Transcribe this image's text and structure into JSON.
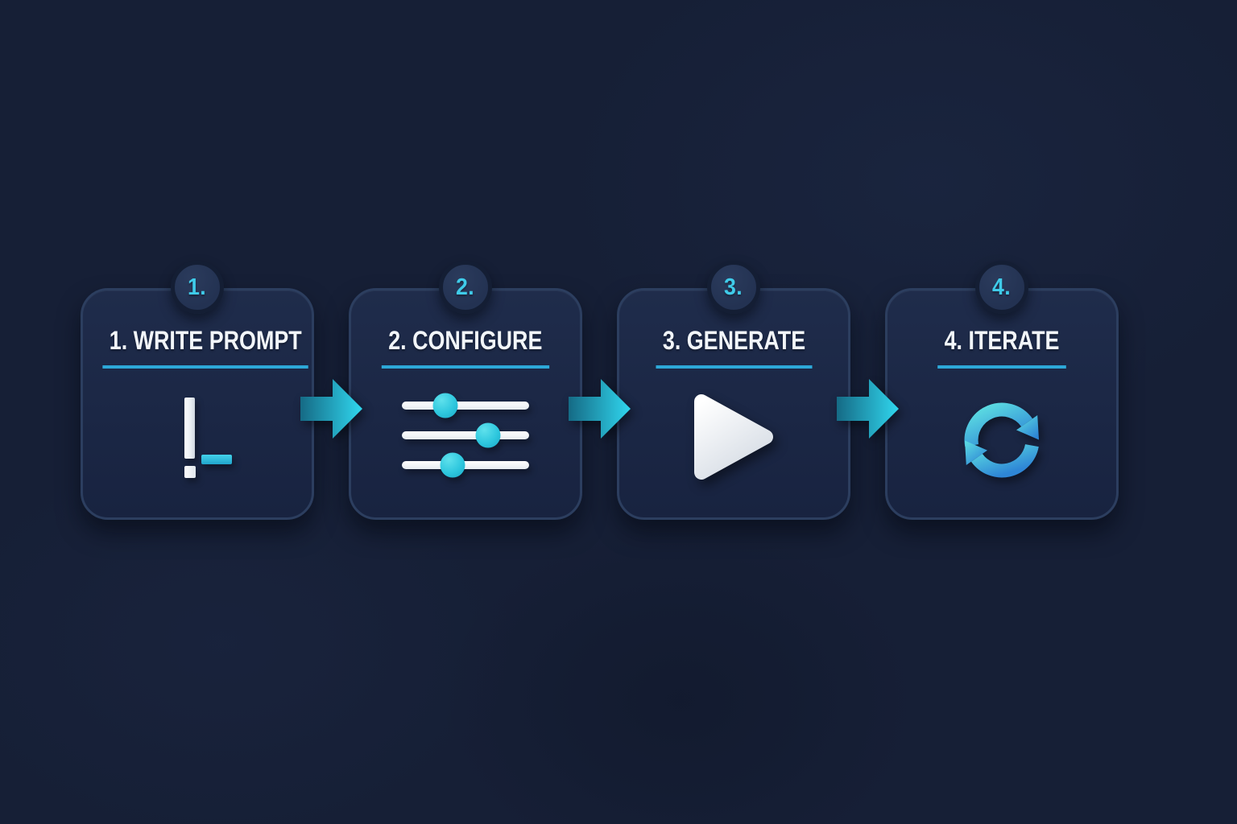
{
  "page": {
    "type": "process-flow-infographic",
    "step_count": 4
  },
  "palette": {
    "background": "#161f36",
    "card_fill": "#1d2a47",
    "card_border": "#2c3e5f",
    "title_color": "#f2f6fa",
    "underline_cyan": "#2da8d8",
    "badge_number_cyan": "#3fcbe9",
    "accent_cyan": "#2fc6e4",
    "arrow_gradient_start": "#156a85",
    "arrow_gradient_end": "#30d7ef",
    "refresh_gradient_start": "#5ee0e2",
    "refresh_gradient_end": "#2e86d6",
    "slider_knob_cyan": "#2ec7de",
    "icon_white": "#ffffff"
  },
  "steps": [
    {
      "badge": "1.",
      "title": "1. WRITE PROMPT",
      "icon": "text-cursor-icon"
    },
    {
      "badge": "2.",
      "title": "2. CONFIGURE",
      "icon": "sliders-icon",
      "slider_knob_positions_pct": [
        34,
        68,
        40
      ]
    },
    {
      "badge": "3.",
      "title": "3. GENERATE",
      "icon": "play-icon"
    },
    {
      "badge": "4.",
      "title": "4. ITERATE",
      "icon": "refresh-icon"
    }
  ],
  "connectors": {
    "count": 3,
    "icon": "arrow-right-icon",
    "direction": "left-to-right"
  }
}
